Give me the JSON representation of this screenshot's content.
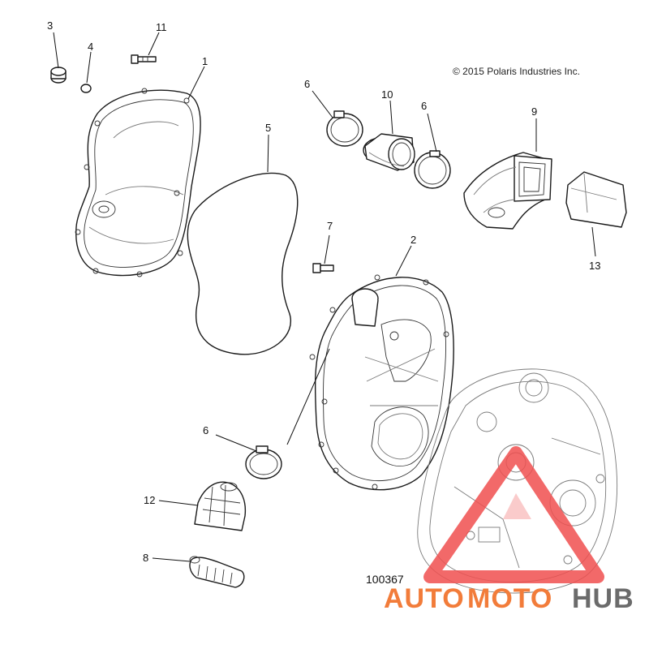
{
  "copyright": "© 2015 Polaris Industries Inc.",
  "drawing_number": "100367",
  "watermark": {
    "word_part1": "AUTO",
    "word_part2": "MOTO",
    "word_part3": "HUB",
    "accent_color": "#f27c3a",
    "dark_color": "#6b6b6b",
    "triangle_color": "#f05050"
  },
  "callouts": {
    "c1": "1",
    "c2": "2",
    "c3": "3",
    "c4": "4",
    "c5": "5",
    "c6a": "6",
    "c6b": "6",
    "c6c": "6",
    "c7": "7",
    "c8": "8",
    "c9": "9",
    "c10": "10",
    "c11": "11",
    "c12": "12",
    "c13": "13"
  }
}
